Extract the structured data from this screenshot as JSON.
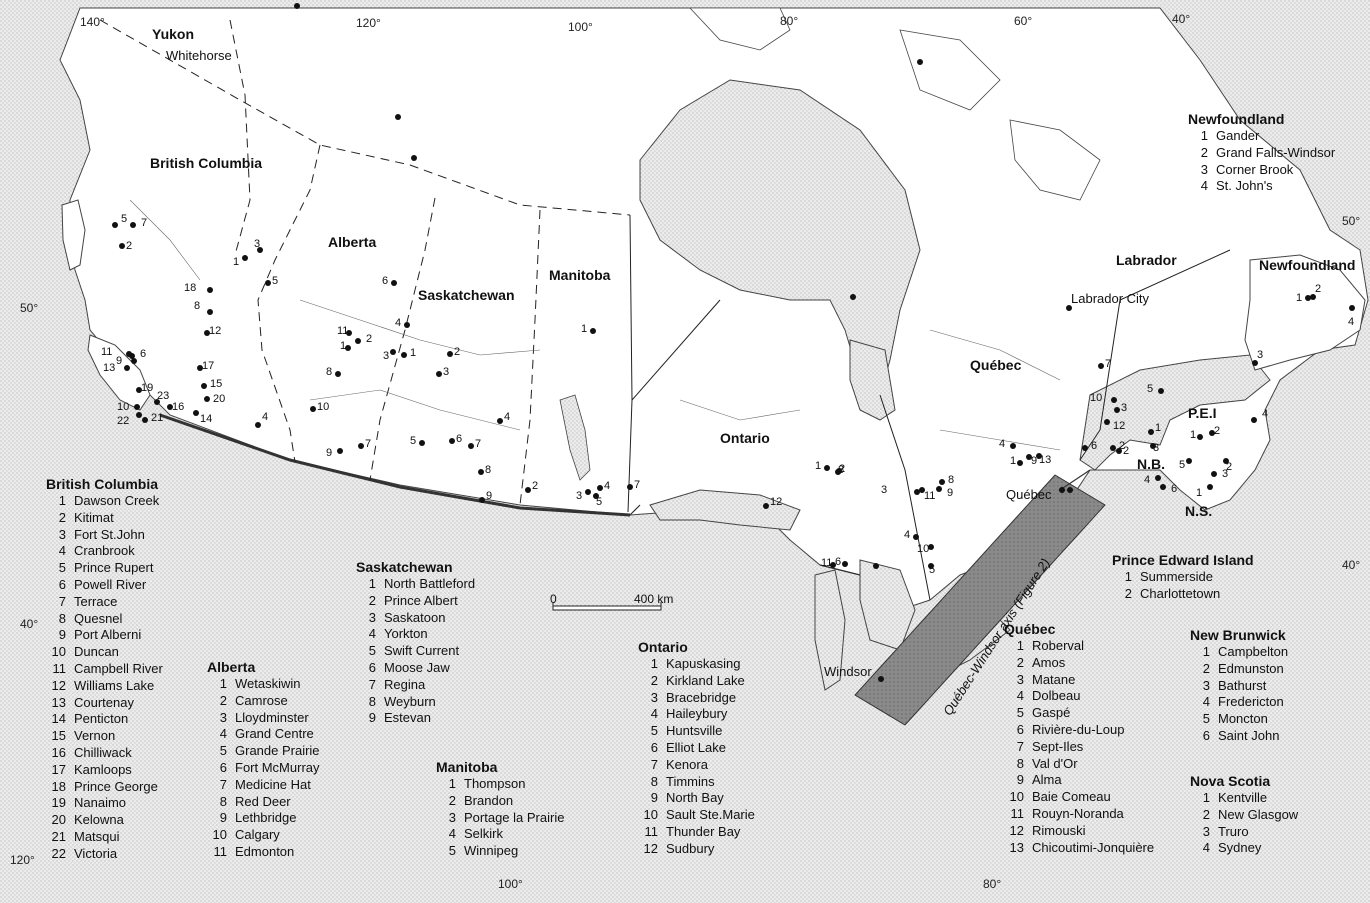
{
  "coords": {
    "lon_140": "140°",
    "lon_120_top": "120°",
    "lon_100_top": "100°",
    "lon_80_top": "80°",
    "lon_60_top": "60°",
    "lon_40_top": "40°",
    "lat_50_left": "50°",
    "lat_40_left": "40°",
    "lat_50_right": "50°",
    "lat_40_right": "40°",
    "lon_120_bottom": "120°",
    "lon_100_bottom": "100°",
    "lon_80_bottom": "80°"
  },
  "provinces": {
    "yukon": "Yukon",
    "bc": "British Columbia",
    "alberta": "Alberta",
    "saskatchewan": "Saskatchewan",
    "manitoba": "Manitoba",
    "ontario": "Ontario",
    "quebec": "Québec",
    "labrador": "Labrador",
    "newfoundland": "Newfoundland",
    "pei": "P.E.I",
    "nb": "N.B.",
    "ns": "N.S."
  },
  "places": {
    "whitehorse": "Whitehorse",
    "labrador_city": "Labrador City",
    "quebec_city": "Québec",
    "windsor": "Windsor"
  },
  "axis_label": "Québec-Windsor axis (Figure 2)",
  "scale": {
    "zero": "0",
    "end": "400 km"
  },
  "legends": {
    "newfoundland": {
      "title": "Newfoundland",
      "items": [
        {
          "n": "1",
          "name": "Gander"
        },
        {
          "n": "2",
          "name": "Grand Falls-Windsor"
        },
        {
          "n": "3",
          "name": "Corner Brook"
        },
        {
          "n": "4",
          "name": "St. John's"
        }
      ]
    },
    "bc": {
      "title": "British Columbia",
      "items": [
        {
          "n": "1",
          "name": "Dawson Creek"
        },
        {
          "n": "2",
          "name": "Kitimat"
        },
        {
          "n": "3",
          "name": "Fort St.John"
        },
        {
          "n": "4",
          "name": "Cranbrook"
        },
        {
          "n": "5",
          "name": "Prince Rupert"
        },
        {
          "n": "6",
          "name": "Powell River"
        },
        {
          "n": "7",
          "name": "Terrace"
        },
        {
          "n": "8",
          "name": "Quesnel"
        },
        {
          "n": "9",
          "name": "Port Alberni"
        },
        {
          "n": "10",
          "name": "Duncan"
        },
        {
          "n": "11",
          "name": "Campbell River"
        },
        {
          "n": "12",
          "name": "Williams Lake"
        },
        {
          "n": "13",
          "name": "Courtenay"
        },
        {
          "n": "14",
          "name": "Penticton"
        },
        {
          "n": "15",
          "name": "Vernon"
        },
        {
          "n": "16",
          "name": "Chilliwack"
        },
        {
          "n": "17",
          "name": "Kamloops"
        },
        {
          "n": "18",
          "name": "Prince George"
        },
        {
          "n": "19",
          "name": "Nanaimo"
        },
        {
          "n": "20",
          "name": "Kelowna"
        },
        {
          "n": "21",
          "name": "Matsqui"
        },
        {
          "n": "22",
          "name": "Victoria"
        }
      ]
    },
    "alberta": {
      "title": "Alberta",
      "items": [
        {
          "n": "1",
          "name": "Wetaskiwin"
        },
        {
          "n": "2",
          "name": "Camrose"
        },
        {
          "n": "3",
          "name": "Lloydminster"
        },
        {
          "n": "4",
          "name": "Grand Centre"
        },
        {
          "n": "5",
          "name": "Grande Prairie"
        },
        {
          "n": "6",
          "name": "Fort McMurray"
        },
        {
          "n": "7",
          "name": "Medicine Hat"
        },
        {
          "n": "8",
          "name": "Red Deer"
        },
        {
          "n": "9",
          "name": "Lethbridge"
        },
        {
          "n": "10",
          "name": "Calgary"
        },
        {
          "n": "11",
          "name": "Edmonton"
        }
      ]
    },
    "saskatchewan": {
      "title": "Saskatchewan",
      "items": [
        {
          "n": "1",
          "name": "North Battleford"
        },
        {
          "n": "2",
          "name": "Prince Albert"
        },
        {
          "n": "3",
          "name": "Saskatoon"
        },
        {
          "n": "4",
          "name": "Yorkton"
        },
        {
          "n": "5",
          "name": "Swift Current"
        },
        {
          "n": "6",
          "name": "Moose Jaw"
        },
        {
          "n": "7",
          "name": "Regina"
        },
        {
          "n": "8",
          "name": "Weyburn"
        },
        {
          "n": "9",
          "name": "Estevan"
        }
      ]
    },
    "manitoba": {
      "title": "Manitoba",
      "items": [
        {
          "n": "1",
          "name": "Thompson"
        },
        {
          "n": "2",
          "name": "Brandon"
        },
        {
          "n": "3",
          "name": "Portage la Prairie"
        },
        {
          "n": "4",
          "name": "Selkirk"
        },
        {
          "n": "5",
          "name": "Winnipeg"
        }
      ]
    },
    "ontario": {
      "title": "Ontario",
      "items": [
        {
          "n": "1",
          "name": "Kapuskasing"
        },
        {
          "n": "2",
          "name": "Kirkland Lake"
        },
        {
          "n": "3",
          "name": "Bracebridge"
        },
        {
          "n": "4",
          "name": "Haileybury"
        },
        {
          "n": "5",
          "name": "Huntsville"
        },
        {
          "n": "6",
          "name": "Elliot Lake"
        },
        {
          "n": "7",
          "name": "Kenora"
        },
        {
          "n": "8",
          "name": "Timmins"
        },
        {
          "n": "9",
          "name": "North Bay"
        },
        {
          "n": "10",
          "name": "Sault Ste.Marie"
        },
        {
          "n": "11",
          "name": "Thunder Bay"
        },
        {
          "n": "12",
          "name": "Sudbury"
        }
      ]
    },
    "quebec": {
      "title": "Québec",
      "items": [
        {
          "n": "1",
          "name": "Roberval"
        },
        {
          "n": "2",
          "name": "Amos"
        },
        {
          "n": "3",
          "name": "Matane"
        },
        {
          "n": "4",
          "name": "Dolbeau"
        },
        {
          "n": "5",
          "name": "Gaspé"
        },
        {
          "n": "6",
          "name": "Rivière-du-Loup"
        },
        {
          "n": "7",
          "name": "Sept-Iles"
        },
        {
          "n": "8",
          "name": "Val d'Or"
        },
        {
          "n": "9",
          "name": "Alma"
        },
        {
          "n": "10",
          "name": "Baie Comeau"
        },
        {
          "n": "11",
          "name": "Rouyn-Noranda"
        },
        {
          "n": "12",
          "name": "Rimouski"
        },
        {
          "n": "13",
          "name": "Chicoutimi-Jonquière"
        }
      ]
    },
    "pei": {
      "title": "Prince Edward Island",
      "items": [
        {
          "n": "1",
          "name": "Summerside"
        },
        {
          "n": "2",
          "name": "Charlottetown"
        }
      ]
    },
    "nb": {
      "title": "New Brunwick",
      "items": [
        {
          "n": "1",
          "name": "Campbelton"
        },
        {
          "n": "2",
          "name": "Edmunston"
        },
        {
          "n": "3",
          "name": "Bathurst"
        },
        {
          "n": "4",
          "name": "Fredericton"
        },
        {
          "n": "5",
          "name": "Moncton"
        },
        {
          "n": "6",
          "name": "Saint John"
        }
      ]
    },
    "ns": {
      "title": "Nova Scotia",
      "items": [
        {
          "n": "1",
          "name": "Kentville"
        },
        {
          "n": "2",
          "name": "New Glasgow"
        },
        {
          "n": "3",
          "name": "Truro"
        },
        {
          "n": "4",
          "name": "Sydney"
        }
      ]
    }
  },
  "point_numbers": {
    "bc": [
      "1",
      "2",
      "3",
      "4",
      "5",
      "6",
      "7",
      "8",
      "9",
      "10",
      "11",
      "12",
      "13",
      "14",
      "15",
      "16",
      "17",
      "18",
      "19",
      "20",
      "21",
      "22",
      "23"
    ],
    "ab": [
      "1",
      "2",
      "3",
      "4",
      "5",
      "6",
      "7",
      "8",
      "9",
      "10",
      "11"
    ],
    "sk": [
      "1",
      "2",
      "3",
      "4",
      "5",
      "6",
      "7",
      "8",
      "9"
    ],
    "mb": [
      "1",
      "2",
      "3",
      "4",
      "5",
      "7"
    ],
    "on": [
      "1",
      "2",
      "3",
      "4",
      "5",
      "6",
      "8",
      "9",
      "10",
      "11",
      "12"
    ],
    "qc": [
      "1",
      "2",
      "3",
      "4",
      "5",
      "6",
      "7",
      "8",
      "9",
      "10",
      "11",
      "12",
      "13"
    ],
    "nb": [
      "1",
      "2",
      "3",
      "4",
      "5",
      "6"
    ],
    "pei": [
      "1",
      "2"
    ],
    "ns": [
      "1",
      "2",
      "3",
      "4"
    ],
    "nf": [
      "1",
      "2",
      "3",
      "4"
    ]
  }
}
